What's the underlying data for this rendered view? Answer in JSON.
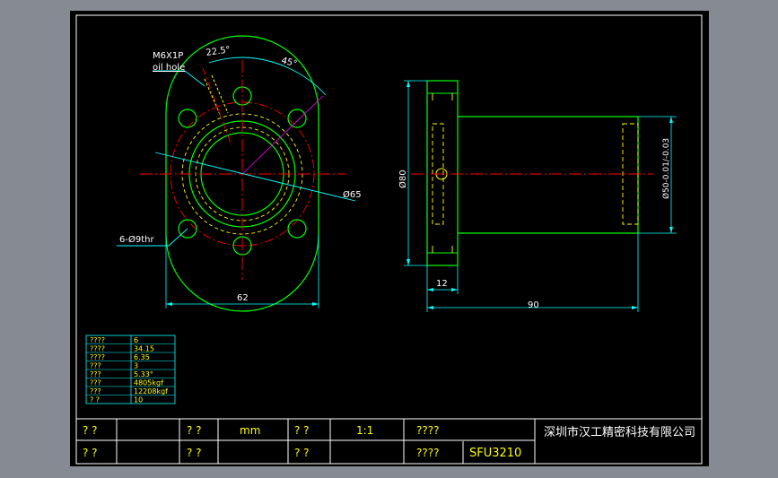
{
  "front_view": {
    "oil_hole_label_1": "M6X1P",
    "oil_hole_label_2": "oil hole",
    "angle_1": "22.5°",
    "angle_2": "45°",
    "bolt_circle": "Ø65",
    "holes": "6-Ø9thr",
    "width": "62"
  },
  "side_view": {
    "flange_dia": "Ø80",
    "body_dia": "Ø50-0.01/-0.03",
    "flange_thk": "12",
    "length": "90"
  },
  "spec_table": {
    "rows": [
      {
        "key": "????",
        "value": "6"
      },
      {
        "key": "????",
        "value": "34.15"
      },
      {
        "key": "????",
        "value": "6.35"
      },
      {
        "key": "???",
        "value": "3"
      },
      {
        "key": "???",
        "value": "5.33°"
      },
      {
        "key": "???",
        "value": "4805kgf"
      },
      {
        "key": "???",
        "value": "12208kgf"
      },
      {
        "key": "? ?",
        "value": "10"
      }
    ]
  },
  "title_block": {
    "r1c1": "? ?",
    "r1c3": "? ?",
    "r1c4": "mm",
    "r1c5": "? ?",
    "r1c6": "1:1",
    "r1c7": "????",
    "r2c1": "? ?",
    "r2c3": "? ?",
    "r2c5": "? ?",
    "r2c7": "????",
    "r2c8": "SFU3210",
    "company": "深圳市汉工精密科技有限公司"
  },
  "colors": {
    "background": "#000000",
    "frame": "#ffffff",
    "outline": "#00ff00",
    "centerline": "#ff0000",
    "hidden": "#ffff00",
    "dimension": "#00ffff",
    "leader": "#ff00ff",
    "text": "#ffffff"
  }
}
